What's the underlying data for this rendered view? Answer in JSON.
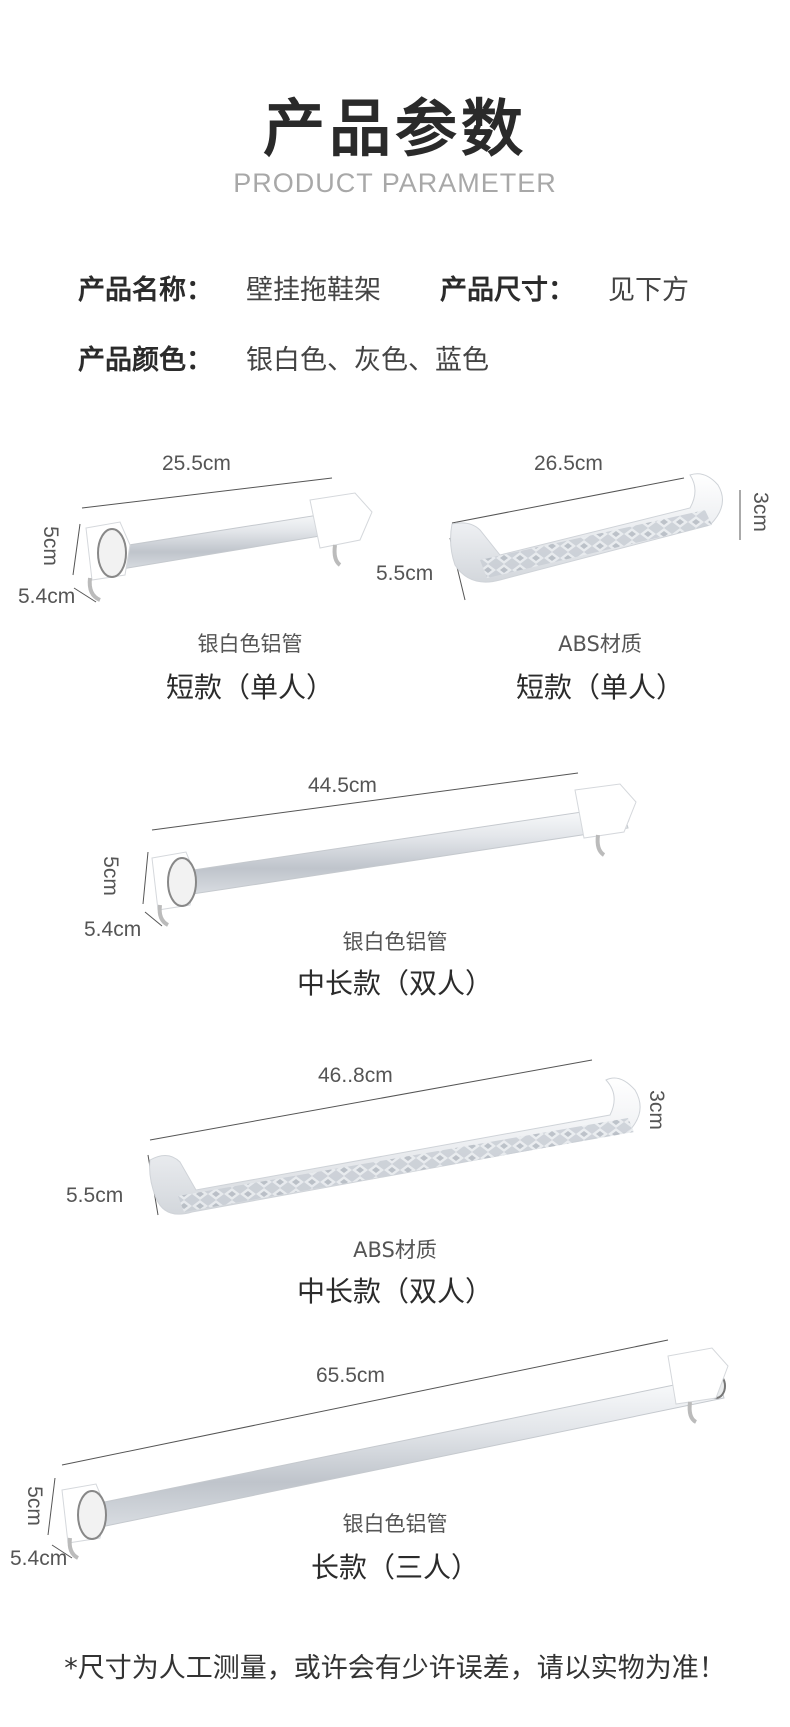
{
  "header": {
    "title": "产品参数",
    "subtitle": "PRODUCT PARAMETER"
  },
  "specs": {
    "name_label": "产品名称：",
    "name_value": "壁挂拖鞋架",
    "size_label": "产品尺寸：",
    "size_value": "见下方",
    "color_label": "产品颜色：",
    "color_value": "银白色、灰色、蓝色"
  },
  "products": [
    {
      "length": "25.5cm",
      "height": "5cm",
      "depth": "5.4cm",
      "material": "银白色铝管",
      "model": "短款（单人）"
    },
    {
      "length": "26.5cm",
      "height": "3cm",
      "depth": "5.5cm",
      "material": "ABS材质",
      "model": "短款（单人）"
    },
    {
      "length": "44.5cm",
      "height": "5cm",
      "depth": "5.4cm",
      "material": "银白色铝管",
      "model": "中长款（双人）"
    },
    {
      "length": "46..8cm",
      "height": "3cm",
      "depth": "5.5cm",
      "material": "ABS材质",
      "model": "中长款（双人）"
    },
    {
      "length": "65.5cm",
      "height": "5cm",
      "depth": "5.4cm",
      "material": "银白色铝管",
      "model": "长款（三人）"
    }
  ],
  "footer": {
    "note": "*尺寸为人工测量，或许会有少许误差，请以实物为准！"
  },
  "colors": {
    "tube_light": "#f2f3f5",
    "tube_mid": "#c9cdd3",
    "mount": "#ffffff",
    "line": "#555555"
  }
}
